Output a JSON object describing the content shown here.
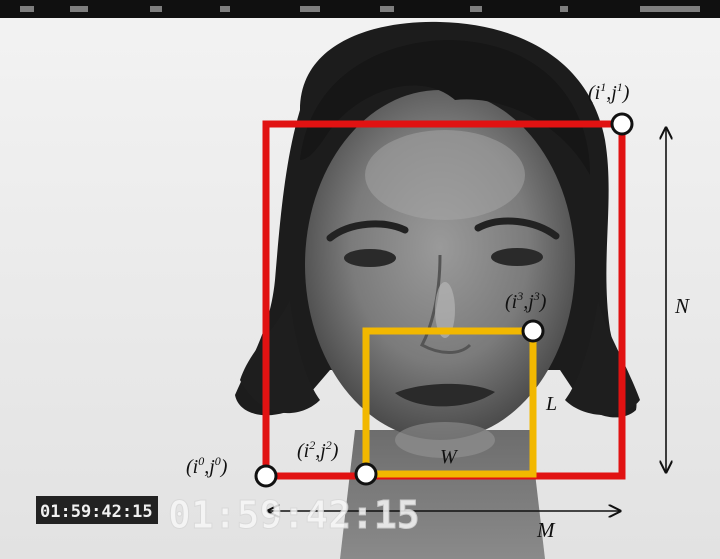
{
  "figure": {
    "photo_description_icon": "grayscale-face-photo",
    "colors": {
      "outer_box": "#e11212",
      "inner_box": "#f2b800",
      "dimension_arrow": "#111111",
      "corner_marker_fill": "#ffffff",
      "corner_marker_stroke": "#111111"
    },
    "labels": {
      "corner_top_right": {
        "base": "i",
        "sup1": "1",
        "mid": ",j",
        "sup2": "1"
      },
      "corner_bottom_left": {
        "base": "i",
        "sup1": "0",
        "mid": ",j",
        "sup2": "0"
      },
      "inner_top_right": {
        "base": "i",
        "sup1": "3",
        "mid": ",j",
        "sup2": "3"
      },
      "inner_bottom_left": {
        "base": "i",
        "sup1": "2",
        "mid": ",j",
        "sup2": "2"
      },
      "N": "N",
      "M": "M",
      "L": "L",
      "W": "W"
    },
    "timestamps": {
      "small": "01:59:42:15",
      "large": "01:59:42:15"
    }
  }
}
